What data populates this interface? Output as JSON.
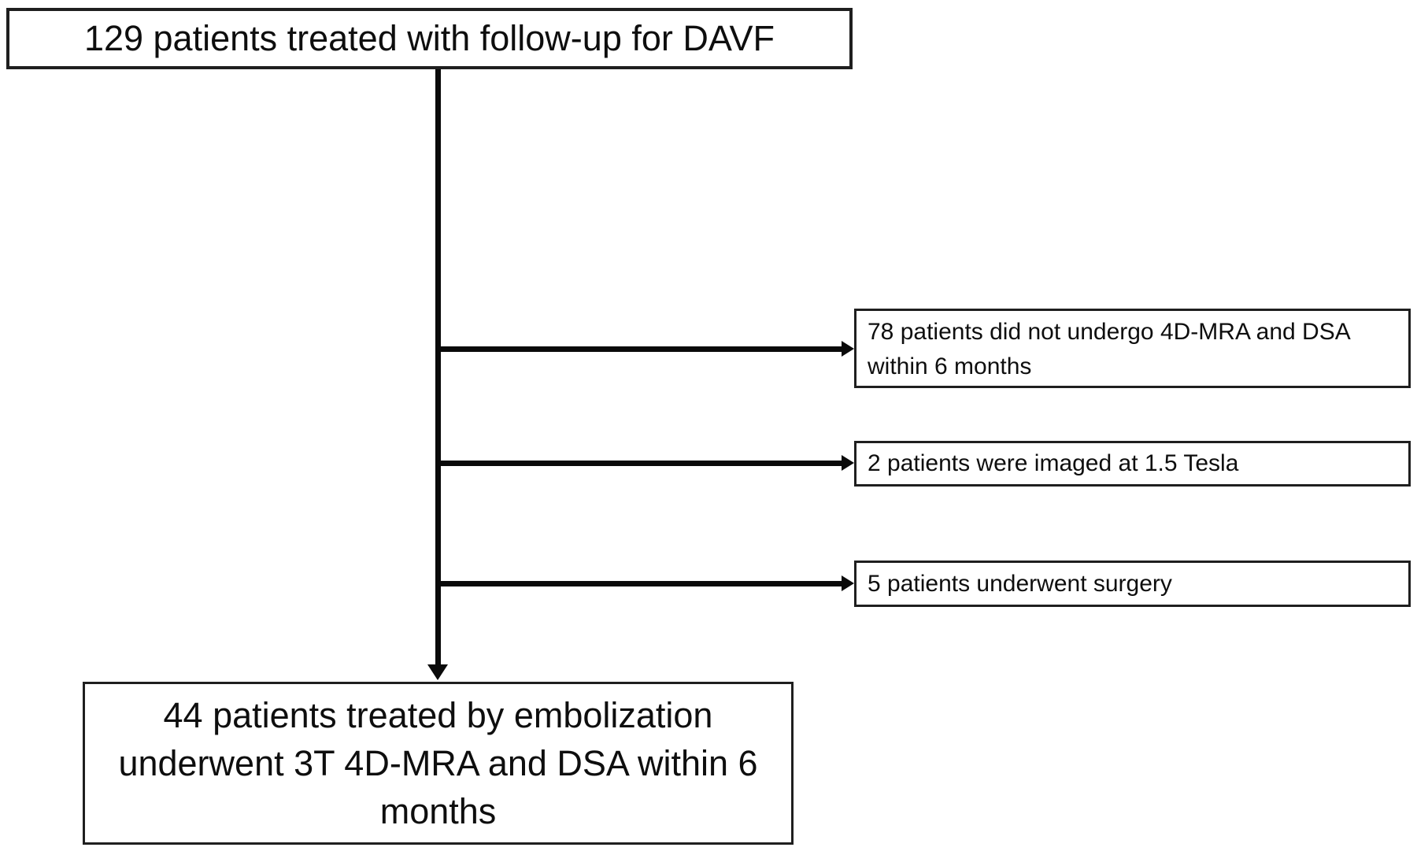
{
  "diagram": {
    "type": "flowchart",
    "subject": "patient inclusion flow for DAVF study",
    "background_color": "#ffffff",
    "line_color": "#0a0a0a",
    "box_border_color": "#1f1f1f",
    "text_color": "#0e0e0e",
    "nodes": {
      "initial": {
        "count": "129",
        "text": "129 patients treated with follow-up for DAVF"
      },
      "excluded_no_imaging": {
        "count": "78",
        "text": "78 patients did not undergo 4D-MRA and DSA within 6 months"
      },
      "excluded_low_field": {
        "count": "2",
        "text": "2 patients were imaged at 1.5 Tesla"
      },
      "excluded_surgery": {
        "count": "5",
        "text": "5 patients underwent surgery"
      },
      "final": {
        "count": "44",
        "text": "44 patients treated by embolization underwent 3T 4D-MRA and DSA within 6 months"
      }
    }
  }
}
